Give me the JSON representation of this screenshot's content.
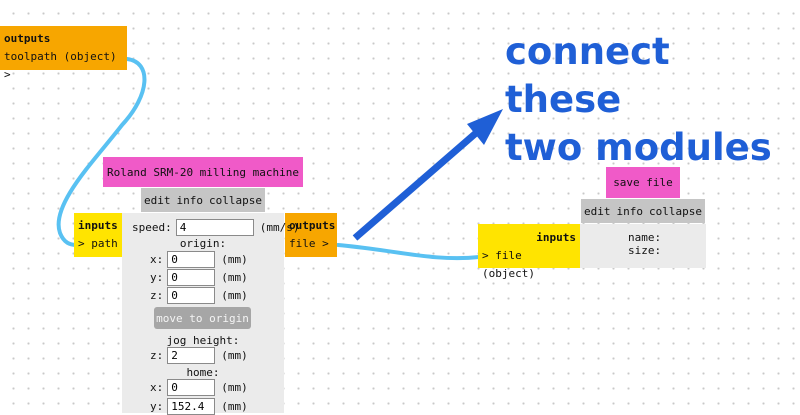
{
  "colors": {
    "outputs_bg": "#f7a600",
    "inputs_bg": "#ffe400",
    "title_bg": "#f05ac8",
    "bar_bg": "#c5c5c5",
    "panel_bg": "#ebebeb",
    "wire": "#59c1f2",
    "annotation": "#1f5fd6"
  },
  "annotation": {
    "line1": "connect these",
    "line2": "two modules"
  },
  "upstream_module": {
    "outputs_label": "outputs",
    "ports": [
      "toolpath (object) >"
    ]
  },
  "roland_module": {
    "title": "Roland SRM-20 milling machine",
    "header": {
      "edit": "edit",
      "info": "info",
      "collapse": "collapse"
    },
    "inputs_label": "inputs",
    "input_ports": [
      "> path"
    ],
    "outputs_label": "outputs",
    "output_ports": [
      "file >"
    ],
    "speed": {
      "label": "speed:",
      "value": "4",
      "unit": "(mm/s)"
    },
    "origin": {
      "label": "origin:",
      "x": {
        "label": "x:",
        "value": "0",
        "unit": "(mm)"
      },
      "y": {
        "label": "y:",
        "value": "0",
        "unit": "(mm)"
      },
      "z": {
        "label": "z:",
        "value": "0",
        "unit": "(mm)"
      }
    },
    "move_button": "move to origin",
    "jog": {
      "label": "jog height:",
      "z": {
        "label": "z:",
        "value": "2",
        "unit": "(mm)"
      }
    },
    "home": {
      "label": "home:",
      "x": {
        "label": "x:",
        "value": "0",
        "unit": "(mm)"
      },
      "y": {
        "label": "y:",
        "value": "152.4",
        "unit": "(mm)"
      }
    }
  },
  "save_module": {
    "title": "save file",
    "header": {
      "edit": "edit",
      "info": "info",
      "collapse": "collapse"
    },
    "inputs_label": "inputs",
    "input_ports": [
      "> file (object)"
    ],
    "name_label": "name:",
    "size_label": "size:"
  }
}
